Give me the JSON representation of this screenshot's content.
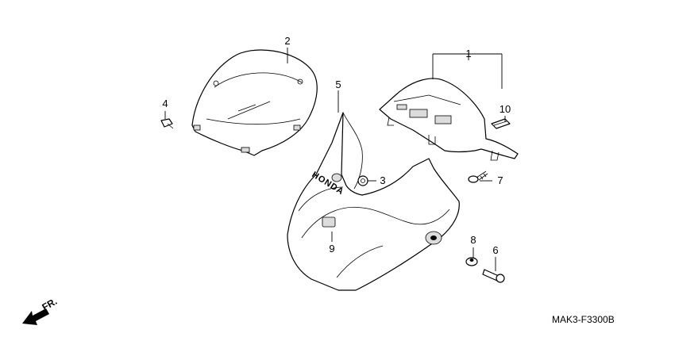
{
  "callouts": [
    {
      "id": "1",
      "label": "1"
    },
    {
      "id": "2",
      "label": "2"
    },
    {
      "id": "3",
      "label": "3"
    },
    {
      "id": "4",
      "label": "4"
    },
    {
      "id": "5",
      "label": "5"
    },
    {
      "id": "6",
      "label": "6"
    },
    {
      "id": "7",
      "label": "7"
    },
    {
      "id": "8",
      "label": "8"
    },
    {
      "id": "9",
      "label": "9"
    },
    {
      "id": "10",
      "label": "10"
    }
  ],
  "cowl_logo": "HONDA",
  "direction_label": "FR.",
  "diagram_code": "MAK3-F3300B"
}
